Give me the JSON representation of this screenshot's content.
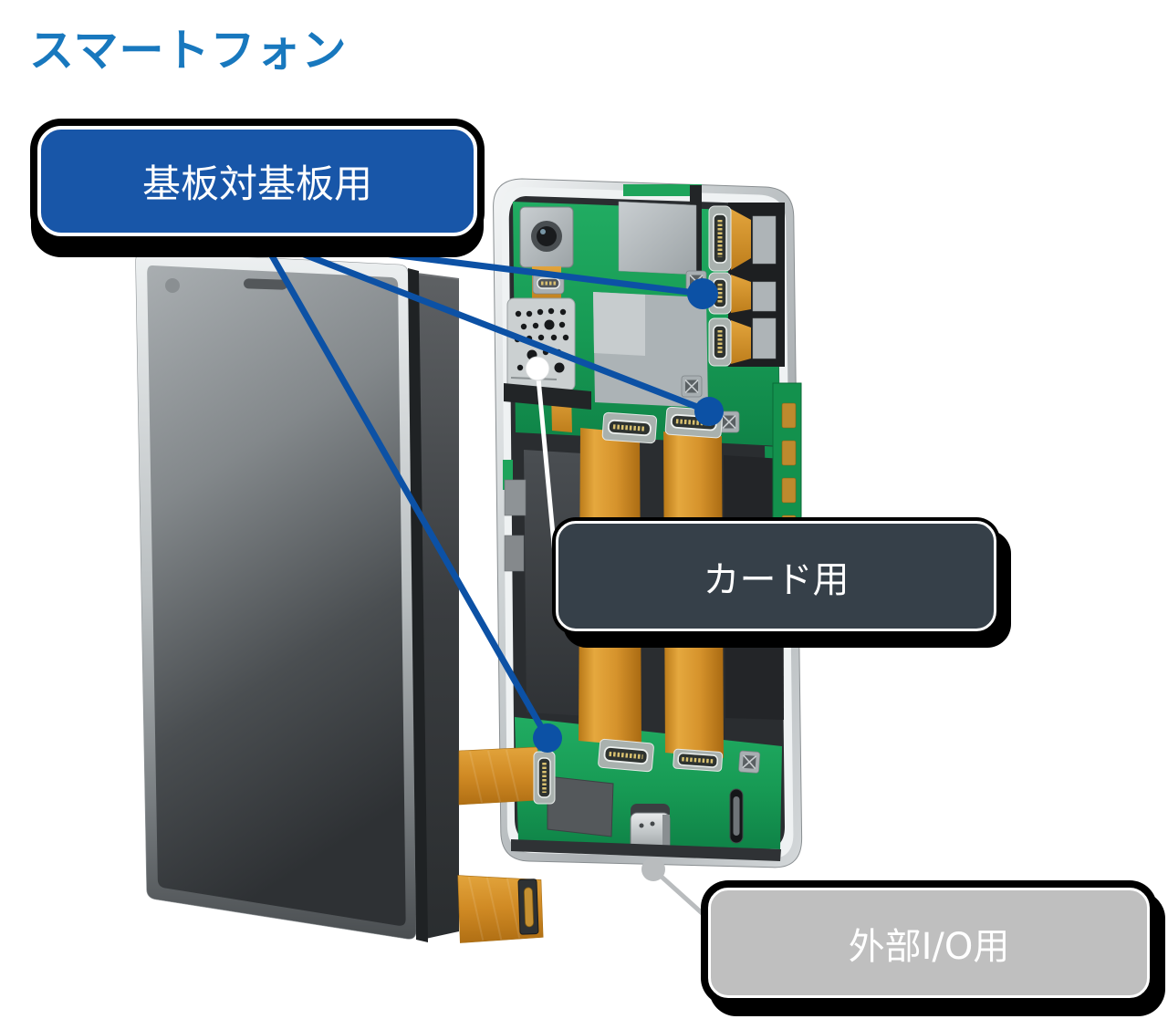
{
  "title": {
    "text": "スマートフォン"
  },
  "callouts": {
    "board_to_board": {
      "label": "基板対基板用"
    },
    "card": {
      "label": "カード用"
    },
    "external_io": {
      "label": "外部I/O用"
    }
  },
  "colors": {
    "background": "#FFFFFF",
    "title_blue": "#1878BE",
    "callout_blue": "#1856A8",
    "callout_dark": "#364049",
    "callout_gray": "#BFBFBF",
    "leader_blue": "#0C51A5",
    "leader_white": "#FFFFFF",
    "leader_gray": "#B9BCBE",
    "pcb_green": "#1CA65C",
    "flex_orange": "#DB9730",
    "frame_silver": "#C9CED0"
  }
}
